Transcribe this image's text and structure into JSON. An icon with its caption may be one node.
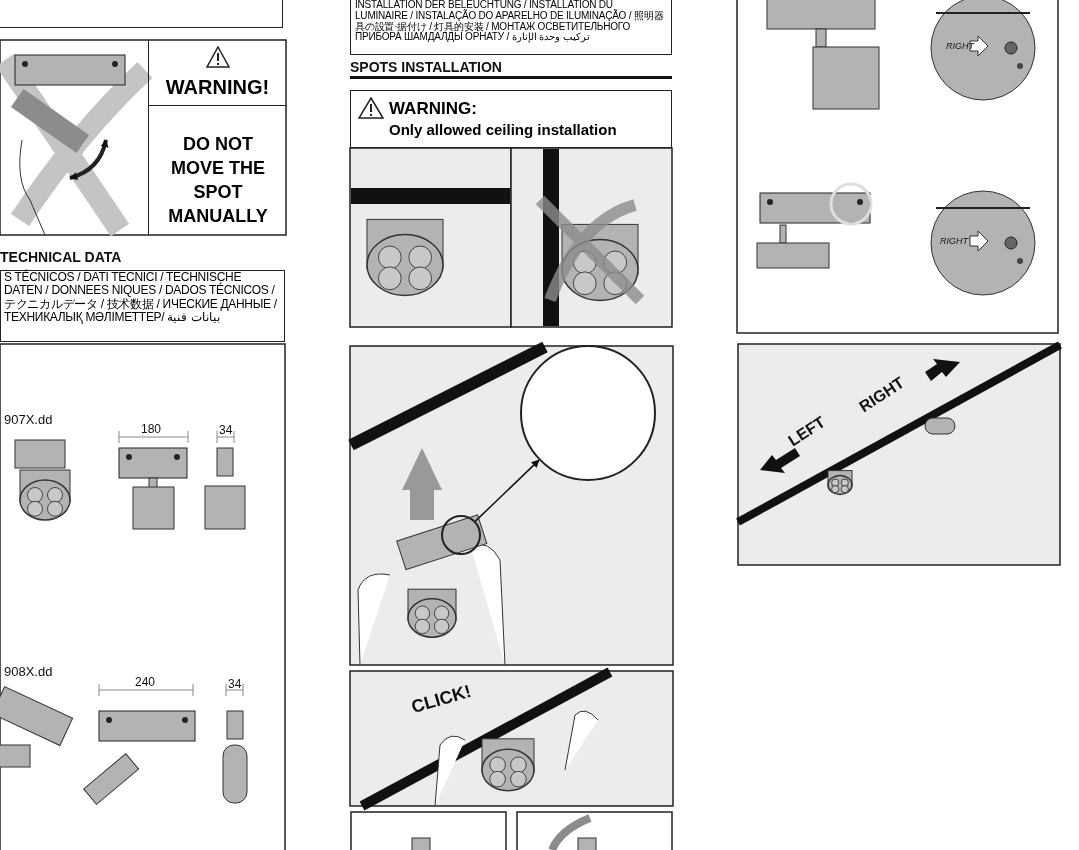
{
  "diagram": {
    "nodes": [
      {
        "text": [],
        "shape": "box"
      },
      {
        "text": [
          "WARNING!"
        ]
      },
      {
        "text": [
          "DO NOT MOVE THE SPOT MANUALLY"
        ]
      },
      {
        "text": [
          "S TÉCNICOS / DATI TECNICI / TECHNISCHE DATEN / DONNEES NIQUES / DADOS TÉCNICOS / テクニカルデータ / 技术数据 / ИЧЕСКИЕ ДАННЫЕ / ТЕХНИКАЛЫҚ МӘЛІМЕТТЕР/ بيانات فنية"
        ]
      },
      {
        "text": [
          "INSTALLATION DER BELEUCHTUNG / INSTALLATION DU LUMINAIRE / INSTALAÇÃO DO APARELHO DE ILUMINAÇÃO / 照明器具の設置·据付け / 灯具的安装 / МОНТАЖ ОСВЕТИТЕЛЬНОГО ПРИБОРА ШАМДАЛДЫ ОРНАТУ / تركيب وحدة الإنارة"
        ]
      },
      {
        "text": [
          "WARNING:",
          "Only allowed ceiling installation"
        ]
      },
      {
        "text": [],
        "shape": "circle"
      },
      {
        "text": [],
        "shape": "circle"
      }
    ],
    "edges": [
      {
        "from": 6,
        "to": 7,
        "arrow": "to"
      }
    ],
    "labels": [
      "TECHNICAL DATA",
      "SPOTS INSTALLATION",
      "907X.dd",
      "180",
      "34",
      "908X.dd",
      "240",
      "34",
      "RIGHT",
      "RIGHT",
      "CLICK!",
      "LEFT",
      "RIGHT"
    ]
  }
}
